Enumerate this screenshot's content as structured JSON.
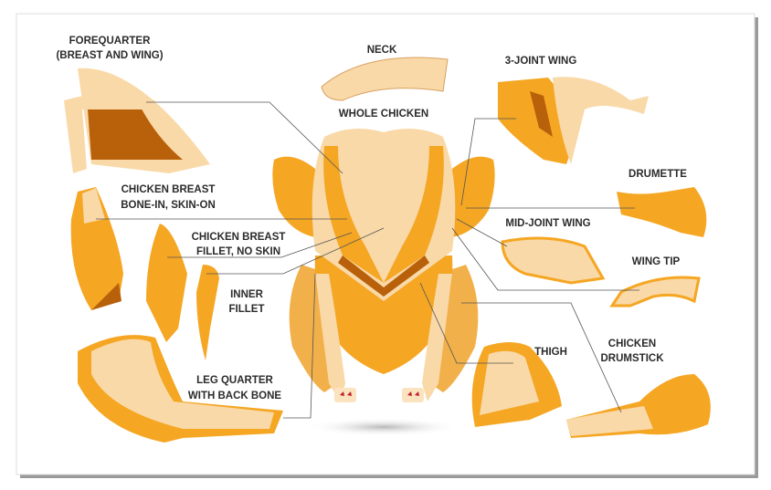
{
  "labels": {
    "forequarter": [
      "FOREQUARTER",
      "(BREAST AND WING)"
    ],
    "neck": "NECK",
    "three_joint_wing": "3-JOINT WING",
    "whole_chicken": "WHOLE CHICKEN",
    "drumette": "DRUMETTE",
    "breast_bone_in": [
      "CHICKEN BREAST",
      "BONE-IN, SKIN-ON"
    ],
    "mid_joint_wing": "MID-JOINT WING",
    "breast_fillet": [
      "CHICKEN BREAST",
      "FILLET, NO SKIN"
    ],
    "wing_tip": "WING TIP",
    "inner_fillet": [
      "INNER",
      "FILLET"
    ],
    "thigh": "THIGH",
    "drumstick": [
      "CHICKEN",
      "DRUMSTICK"
    ],
    "leg_quarter": [
      "LEG QUARTER",
      "WITH BACK BONE"
    ]
  },
  "colors": {
    "orange": "#f5a623",
    "light": "#f9d9a8",
    "dark": "#b8600a"
  }
}
